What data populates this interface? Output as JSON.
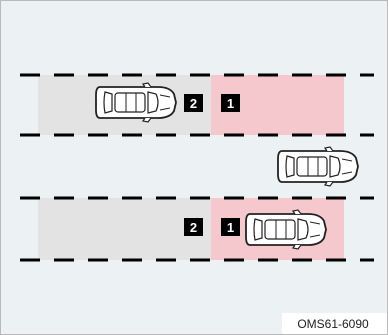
{
  "zones": [
    {
      "label": "1",
      "color": "#f5c8ce"
    },
    {
      "label": "2",
      "color": "#e3e3e3"
    }
  ],
  "colors": {
    "background": "#ecf1f3",
    "border": "#b9b9b9",
    "lane_marking": "#000000",
    "car_body": "#ffffff",
    "car_outline": "#222222"
  },
  "figure_code": "OMS61-6090"
}
